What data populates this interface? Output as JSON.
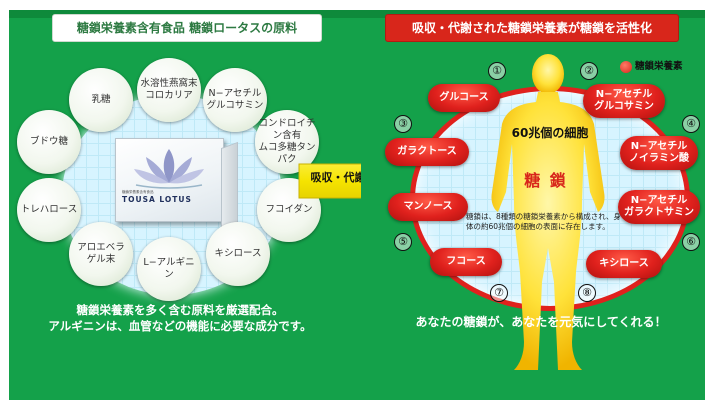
{
  "left": {
    "title": "糖鎖栄養素含有食品 糖鎖ロータスの原料",
    "product_name": "TOUSA LOTUS",
    "product_subtitle": "糖鎖栄養素含有食品",
    "ingredients": [
      "乳糖",
      "水溶性燕窩末\nコロカリア",
      "N−アセチル\nグルコサミン",
      "コンドロイチン含有\nムコ多糖タンパク",
      "フコイダン",
      "キシロース",
      "L−アルギニン",
      "アロエベラ\nゲル末",
      "トレハロース",
      "ブドウ糖"
    ],
    "caption_line1": "糖鎖栄養素を多く含む原料を厳選配合。",
    "caption_line2": "アルギニンは、血管などの機能に必要な成分です。"
  },
  "arrow": {
    "label": "吸収・代謝"
  },
  "right": {
    "title": "吸収・代謝された糖鎖栄養素が糖鎖を活性化",
    "legend_label": "糖鎖栄養素",
    "cells_label": "60兆個の細胞",
    "sugar_label": "糖 鎖",
    "body_note": "糖鎖は、8種類の糖鎖栄養素から構成され、身体の約60兆個の細胞の表面に存在します。",
    "nutrients": [
      {
        "num": "①",
        "label": "グルコース"
      },
      {
        "num": "②",
        "label": "N−アセチル\nグルコサミン"
      },
      {
        "num": "③",
        "label": "ガラクトース"
      },
      {
        "num": "④",
        "label": "N−アセチル\nノイラミン酸"
      },
      {
        "num": "⑤",
        "label": "マンノース"
      },
      {
        "num": "⑥",
        "label": "N−アセチル\nガラクトサミン"
      },
      {
        "num": "⑦",
        "label": "フコース"
      },
      {
        "num": "⑧",
        "label": "キシロース"
      }
    ],
    "caption": "あなたの糖鎖が、あなたを元気にしてくれる！"
  },
  "colors": {
    "panel_green": "#14a14a",
    "accent_red": "#d8261b",
    "arrow_yellow": "#f5e400"
  }
}
